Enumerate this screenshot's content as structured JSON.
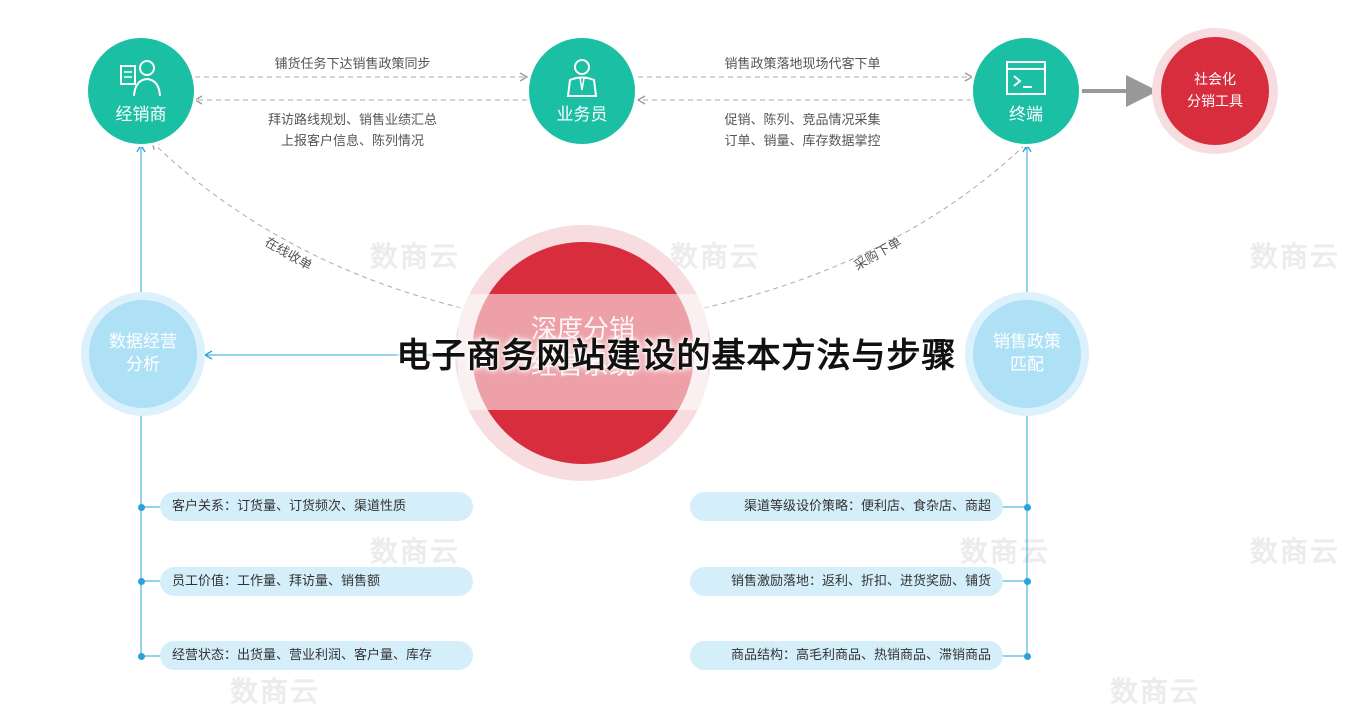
{
  "title": "电子商务网站建设的基本方法与步骤",
  "watermark": "数商云",
  "nodes": {
    "distributor": "经销商",
    "salesman": "业务员",
    "terminal": "终端",
    "social_tool": "社会化\n分销工具",
    "data_analysis": "数据经营\n分析",
    "policy_match": "销售政策\n匹配",
    "center": "深度分销\n经营系统"
  },
  "edges": {
    "top_left_upper": "铺货任务下达销售政策同步",
    "top_left_lower": "拜访路线规划、销售业绩汇总\n上报客户信息、陈列情况",
    "top_right_upper": "销售政策落地现场代客下单",
    "top_right_lower": "促销、陈列、竞品情况采集\n订单、销量、库存数据掌控",
    "arc_left": "在线收单",
    "arc_right": "采购下单"
  },
  "left_items": [
    "客户关系：订货量、订货频次、渠道性质",
    "员工价值：工作量、拜访量、销售额",
    "经营状态：出货量、营业利润、客户量、库存"
  ],
  "right_items": [
    "渠道等级设价策略：便利店、食杂店、商超",
    "销售激励落地：返利、折扣、进货奖励、铺货",
    "商品结构：高毛利商品、热销商品、滞销商品"
  ],
  "colors": {
    "teal": "#1bbfa3",
    "light_blue": "#aee0f6",
    "red": "#d72d3d",
    "line_blue": "#29a3d8"
  }
}
